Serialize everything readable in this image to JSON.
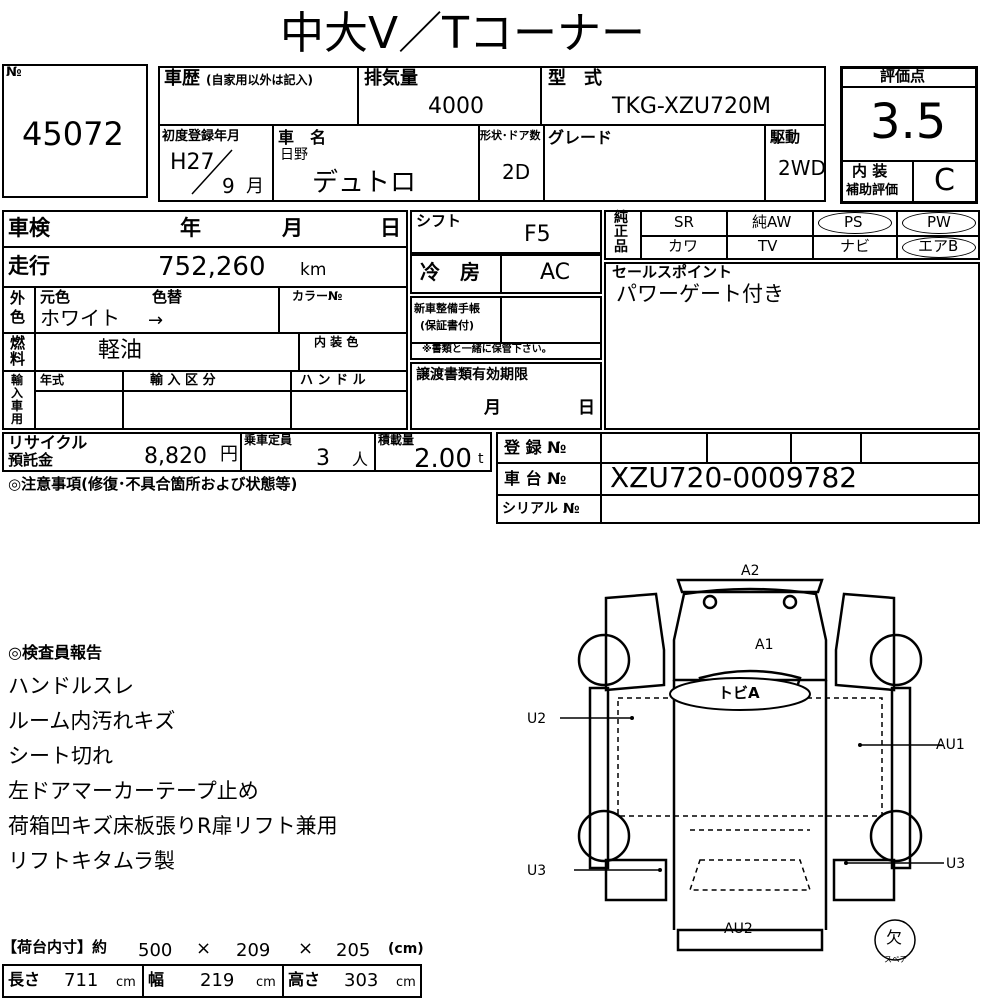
{
  "header": {
    "title": "中大V／Tコーナー"
  },
  "sheet": {
    "no_label": "№",
    "no_value": "45072",
    "history_label": "車歴",
    "history_note": "(自家用以外は記入)",
    "displacement_label": "排気量",
    "displacement_value": "4000",
    "model_label": "型　式",
    "model_value": "TKG-XZU720M",
    "first_reg_label": "初度登録年月",
    "first_reg_era": "H27",
    "first_reg_month": "9",
    "month_unit": "月",
    "car_name_label": "車　名",
    "maker": "日野",
    "car_name": "デュトロ",
    "doors_label": "形状･ドア数",
    "doors_value": "2D",
    "grade_label": "グレード",
    "drive_label": "駆動",
    "drive_value": "2WD",
    "score_label": "評価点",
    "score_value": "3.5",
    "interior_label_1": "内 装",
    "interior_label_2": "補助評価",
    "interior_value": "C",
    "inspection_label": "車検",
    "year_label": "年",
    "month_label": "月",
    "day_label": "日",
    "shift_label": "シフト",
    "shift_value": "F5",
    "equip_label_1": "純",
    "equip_label_2": "正",
    "equip_label_3": "品",
    "equip_sr": "SR",
    "equip_aw": "純AW",
    "equip_ps": "PS",
    "equip_pw": "PW",
    "equip_kawa": "カワ",
    "equip_tv": "TV",
    "equip_navi": "ナビ",
    "equip_airbag": "エアB",
    "mileage_label": "走行",
    "mileage_value": "752,260",
    "mileage_unit": "km",
    "ac_label": "冷　房",
    "ac_value": "AC",
    "sales_label": "セールスポイント",
    "sales_value": "パワーゲート付き",
    "exterior_label_1": "外",
    "exterior_label_2": "色",
    "orig_color_label": "元色",
    "color_change_label": "色替",
    "color_value": "ホワイト",
    "color_arrow": "→",
    "color_no_label": "カラー№",
    "manual_label_1": "新車整備手帳",
    "manual_label_2": "(保証書付)",
    "manual_note": "※書類と一緒に保管下さい。",
    "fuel_label_1": "燃",
    "fuel_label_2": "料",
    "fuel_value": "軽油",
    "interior_color_label": "内 装 色",
    "import_label_1": "輸",
    "import_label_2": "入",
    "import_label_3": "車",
    "import_label_4": "用",
    "model_year_label": "年式",
    "import_type_label": "輸 入 区 分",
    "handle_label": "ハ ン ド ル",
    "transfer_label": "譲渡書類有効期限",
    "recycle_label_1": "リサイクル",
    "recycle_label_2": "預託金",
    "recycle_value": "8,820",
    "yen_unit": "円",
    "capacity_label": "乗車定員",
    "capacity_value": "3",
    "person_unit": "人",
    "load_label": "積載量",
    "load_value": "2.00",
    "ton_unit": "t",
    "reg_no_label": "登 録 №",
    "chassis_label": "車 台 №",
    "chassis_value": "XZU720-0009782",
    "serial_label": "シリアル №",
    "notes_label": "◎注意事項(修復･不具合箇所および状態等)"
  },
  "report": {
    "title": "◎検査員報告",
    "lines": [
      "ハンドルスレ",
      "ルーム内汚れキズ",
      "シート切れ",
      "左ドアマーカーテープ止め",
      "荷箱凹キズ床板張りR扉リフト兼用",
      "リフトキタムラ製"
    ]
  },
  "diagram": {
    "a2": "A2",
    "a1": "A1",
    "tobi": "トビA",
    "u2": "U2",
    "au1": "AU1",
    "u3_left": "U3",
    "u3_right": "U3",
    "au2": "AU2",
    "spare_mark": "欠",
    "spare_label": "スペア"
  },
  "cargo": {
    "title": "【荷台内寸】約",
    "v1": "500",
    "x1": "×",
    "v2": "209",
    "x2": "×",
    "v3": "205",
    "unit": "(cm)",
    "length_label": "長さ",
    "length_value": "711",
    "width_label": "幅",
    "width_value": "219",
    "height_label": "高さ",
    "height_value": "303",
    "cm": "cm"
  }
}
